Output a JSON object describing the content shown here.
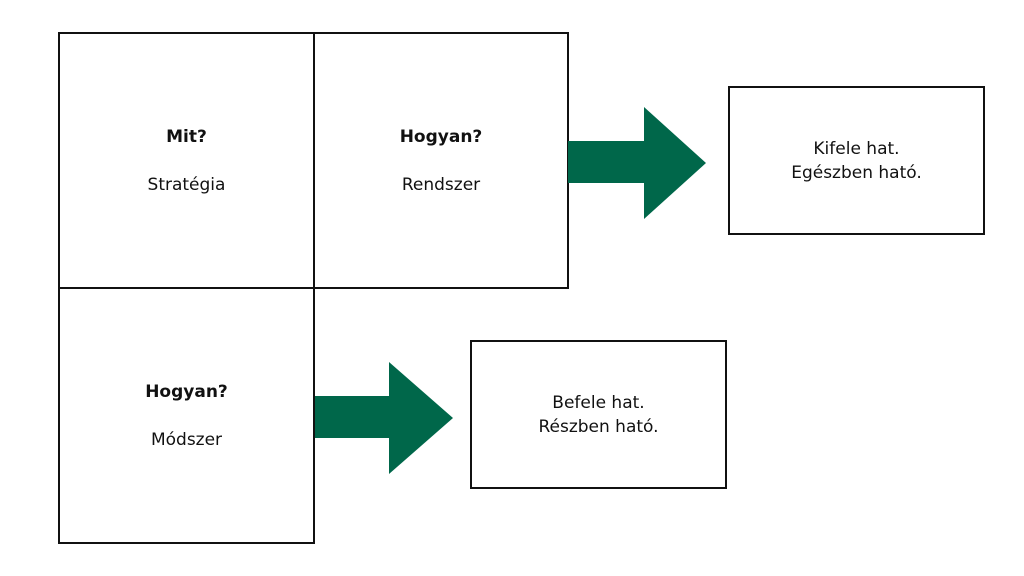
{
  "colors": {
    "arrow": "#00674a",
    "border": "#111111"
  },
  "grid": {
    "mit": {
      "title": "Mit?",
      "subtitle": "Stratégia"
    },
    "hogyan_rendszer": {
      "title": "Hogyan?",
      "subtitle": "Rendszer"
    },
    "hogyan_modszer": {
      "title": "Hogyan?",
      "subtitle": "Módszer"
    }
  },
  "outcomes": {
    "kifele": {
      "line1": "Kifele hat.",
      "line2": "Egészben ható."
    },
    "befele": {
      "line1": "Befele hat.",
      "line2": "Részben ható."
    }
  }
}
